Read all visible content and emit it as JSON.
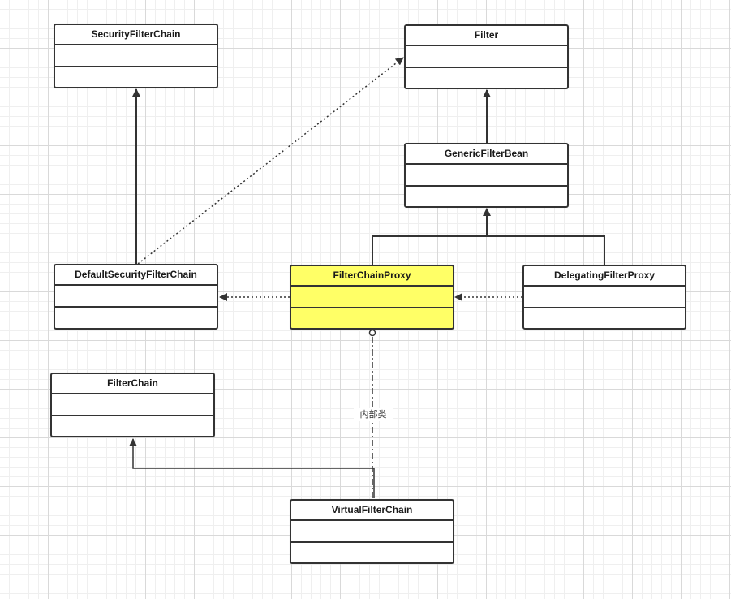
{
  "diagram": {
    "type": "uml-class-diagram",
    "classes": [
      {
        "id": "security-filter-chain",
        "name": "SecurityFilterChain",
        "highlighted": false
      },
      {
        "id": "filter",
        "name": "Filter",
        "highlighted": false
      },
      {
        "id": "generic-filter-bean",
        "name": "GenericFilterBean",
        "highlighted": false
      },
      {
        "id": "default-security-filter-chain",
        "name": "DefaultSecurityFilterChain",
        "highlighted": false
      },
      {
        "id": "filter-chain-proxy",
        "name": "FilterChainProxy",
        "highlighted": true
      },
      {
        "id": "delegating-filter-proxy",
        "name": "DelegatingFilterProxy",
        "highlighted": false
      },
      {
        "id": "filter-chain",
        "name": "FilterChain",
        "highlighted": false
      },
      {
        "id": "virtual-filter-chain",
        "name": "VirtualFilterChain",
        "highlighted": false
      }
    ],
    "relations": [
      {
        "from": "DefaultSecurityFilterChain",
        "to": "SecurityFilterChain",
        "kind": "generalization"
      },
      {
        "from": "DefaultSecurityFilterChain",
        "to": "Filter",
        "kind": "dependency"
      },
      {
        "from": "GenericFilterBean",
        "to": "Filter",
        "kind": "generalization"
      },
      {
        "from": "FilterChainProxy",
        "to": "GenericFilterBean",
        "kind": "generalization"
      },
      {
        "from": "DelegatingFilterProxy",
        "to": "GenericFilterBean",
        "kind": "generalization"
      },
      {
        "from": "FilterChainProxy",
        "to": "DefaultSecurityFilterChain",
        "kind": "dependency"
      },
      {
        "from": "DelegatingFilterProxy",
        "to": "FilterChainProxy",
        "kind": "dependency"
      },
      {
        "from": "VirtualFilterChain",
        "to": "FilterChainProxy",
        "kind": "inner-class",
        "label": "内部类"
      },
      {
        "from": "VirtualFilterChain",
        "to": "FilterChain",
        "kind": "generalization"
      }
    ],
    "inner_class_label": "内部类"
  },
  "colors": {
    "highlight_fill": "#ffff66",
    "stroke": "#333333",
    "background": "#ffffff"
  }
}
